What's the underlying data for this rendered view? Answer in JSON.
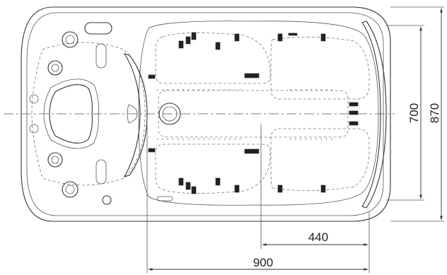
{
  "dimensions": {
    "length_full": "900",
    "length_partial": "440",
    "width_full": "870",
    "width_partial": "700"
  },
  "colors": {
    "line": "#333333",
    "background": "#ffffff"
  }
}
